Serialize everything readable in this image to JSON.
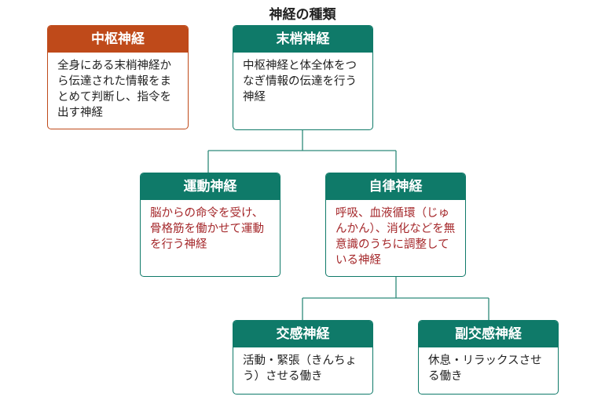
{
  "title": "神経の種類",
  "nodes": {
    "central": {
      "label": "中枢神経",
      "desc": "全身にある末梢神経から伝達された情報をまとめて判断し、指令を出す神経"
    },
    "peripheral": {
      "label": "末梢神経",
      "desc": "中枢神経と体全体をつなぎ情報の伝達を行う神経"
    },
    "motor": {
      "label": "運動神経",
      "desc": "脳からの命令を受け、骨格筋を働かせて運動を行う神経"
    },
    "autonomic": {
      "label": "自律神経",
      "desc": "呼吸、血液循環（じゅんかん）、消化などを無意識のうちに調整している神経"
    },
    "sympathetic": {
      "label": "交感神経",
      "desc": "活動・緊張（きんちょう）させる働き"
    },
    "parasympathetic": {
      "label": "副交感神経",
      "desc": "休息・リラックスさせる働き"
    }
  },
  "colors": {
    "teal": "#0f7a69",
    "orange": "#bf4a1a",
    "red_text": "#a5282b",
    "connector": "#2e8a7a"
  }
}
